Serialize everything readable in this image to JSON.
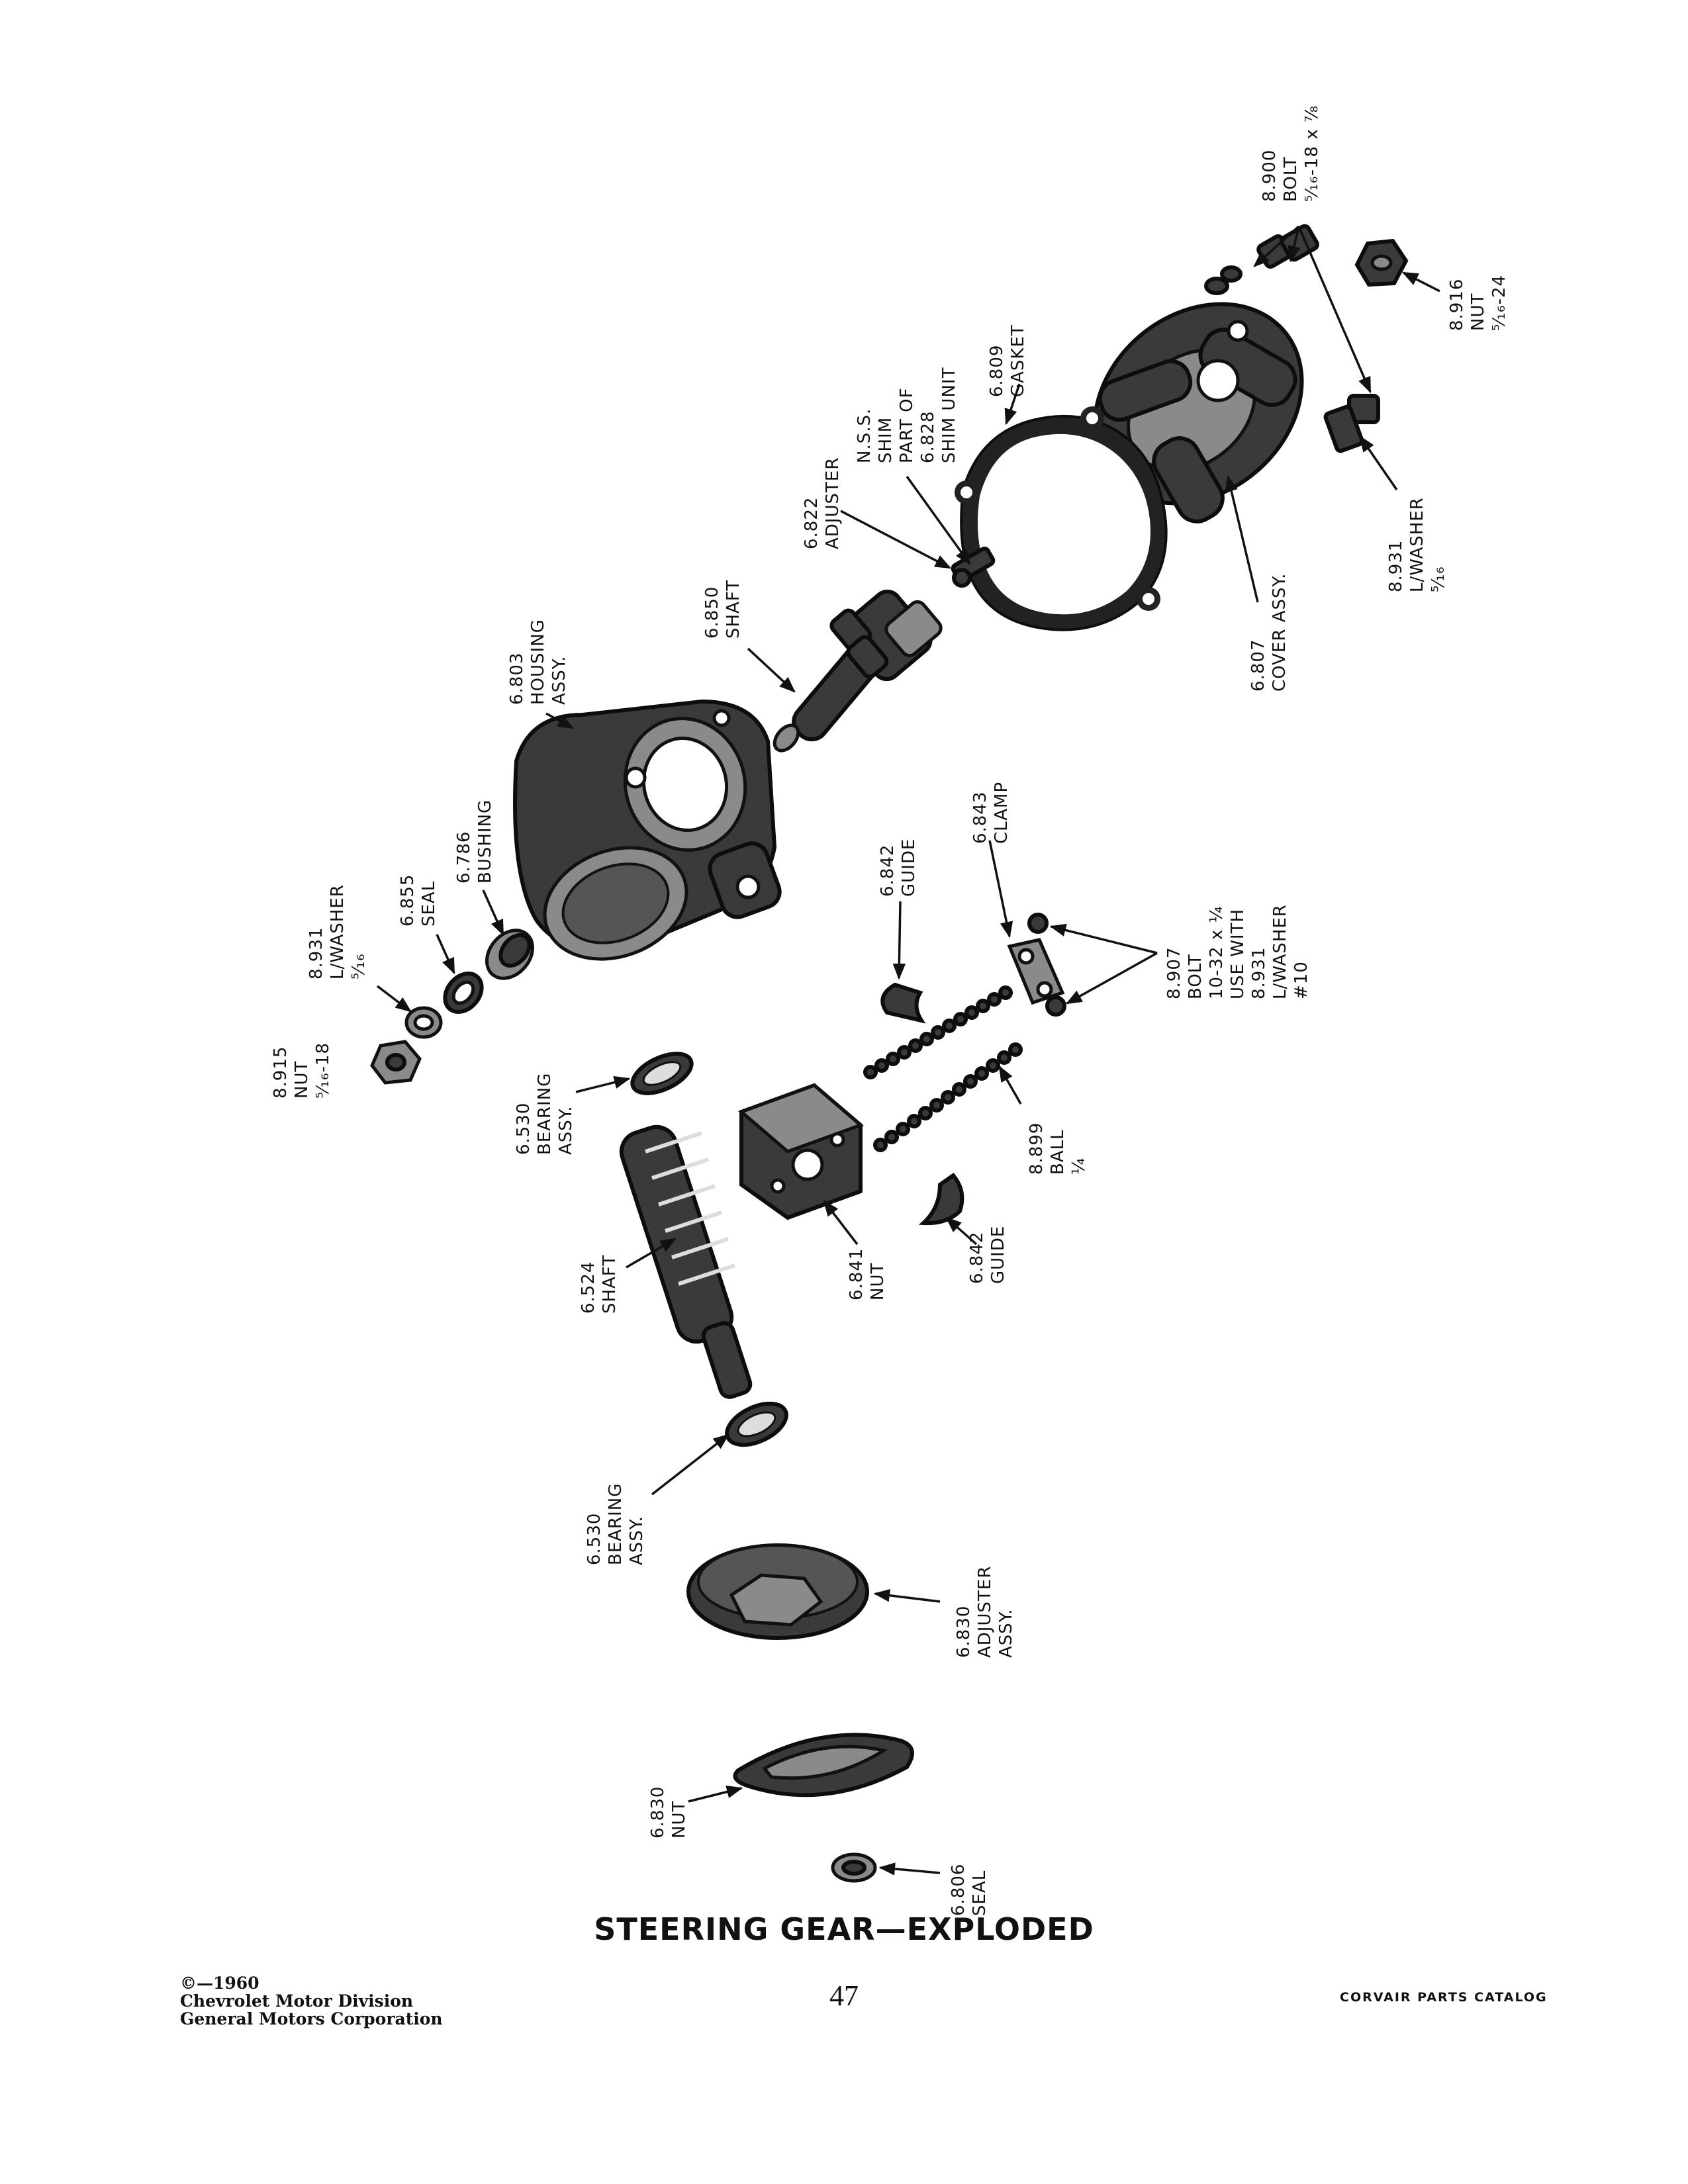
{
  "labels": {
    "bolt_8900": [
      "8.900",
      "BOLT",
      "⁵⁄₁₆-18 x ⅞"
    ],
    "nut_8916": [
      "8.916",
      "NUT",
      "⁵⁄₁₆-24"
    ],
    "shim_nss": [
      "N.S.S.",
      "SHIM",
      "PART OF",
      "6.828",
      "SHIM UNIT"
    ],
    "gasket_6809": [
      "6.809",
      "GASKET"
    ],
    "adjuster_6822": [
      "6.822",
      "ADJUSTER"
    ],
    "shaft_6850": [
      "6.850",
      "SHAFT"
    ],
    "housing_6803": [
      "6.803",
      "HOUSING",
      "ASSY."
    ],
    "cover_6807": [
      "6.807",
      "COVER ASSY."
    ],
    "lwasher_8931_cover": [
      "8.931",
      "L/WASHER",
      "⁵⁄₁₆"
    ],
    "bushing_6786": [
      "6.786",
      "BUSHING"
    ],
    "seal_6855": [
      "6.855",
      "SEAL"
    ],
    "lwasher_8931_housing": [
      "8.931",
      "L/WASHER",
      "⁵⁄₁₆"
    ],
    "nut_8915": [
      "8.915",
      "NUT",
      "⁵⁄₁₆-18"
    ],
    "guide_6842_upper": [
      "6.842",
      "GUIDE"
    ],
    "clamp_6843": [
      "6.843",
      "CLAMP"
    ],
    "bolt_8907": [
      "8.907",
      "BOLT",
      "10-32 x ¼",
      "USE WITH",
      "8.931",
      "L/WASHER",
      "#10"
    ],
    "bearing_6530_upper": [
      "6.530",
      "BEARING",
      "ASSY."
    ],
    "ball_8899": [
      "8.899",
      "BALL",
      "¼"
    ],
    "guide_6842_lower": [
      "6.842",
      "GUIDE"
    ],
    "nut_6841": [
      "6.841",
      "NUT"
    ],
    "shaft_6524": [
      "6.524",
      "SHAFT"
    ],
    "bearing_6530_lower": [
      "6.530",
      "BEARING",
      "ASSY."
    ],
    "adjuster_6830": [
      "6.830",
      "ADJUSTER",
      "ASSY."
    ],
    "nut_6830": [
      "6.830",
      "NUT"
    ],
    "seal_6806": [
      "6.806",
      "SEAL"
    ]
  },
  "title": "STEERING GEAR—EXPLODED",
  "footer": {
    "copyright": [
      "©—1960",
      "Chevrolet Motor Division",
      "General Motors Corporation"
    ],
    "page_number": "47",
    "catalog": "CORVAIR PARTS CATALOG"
  }
}
